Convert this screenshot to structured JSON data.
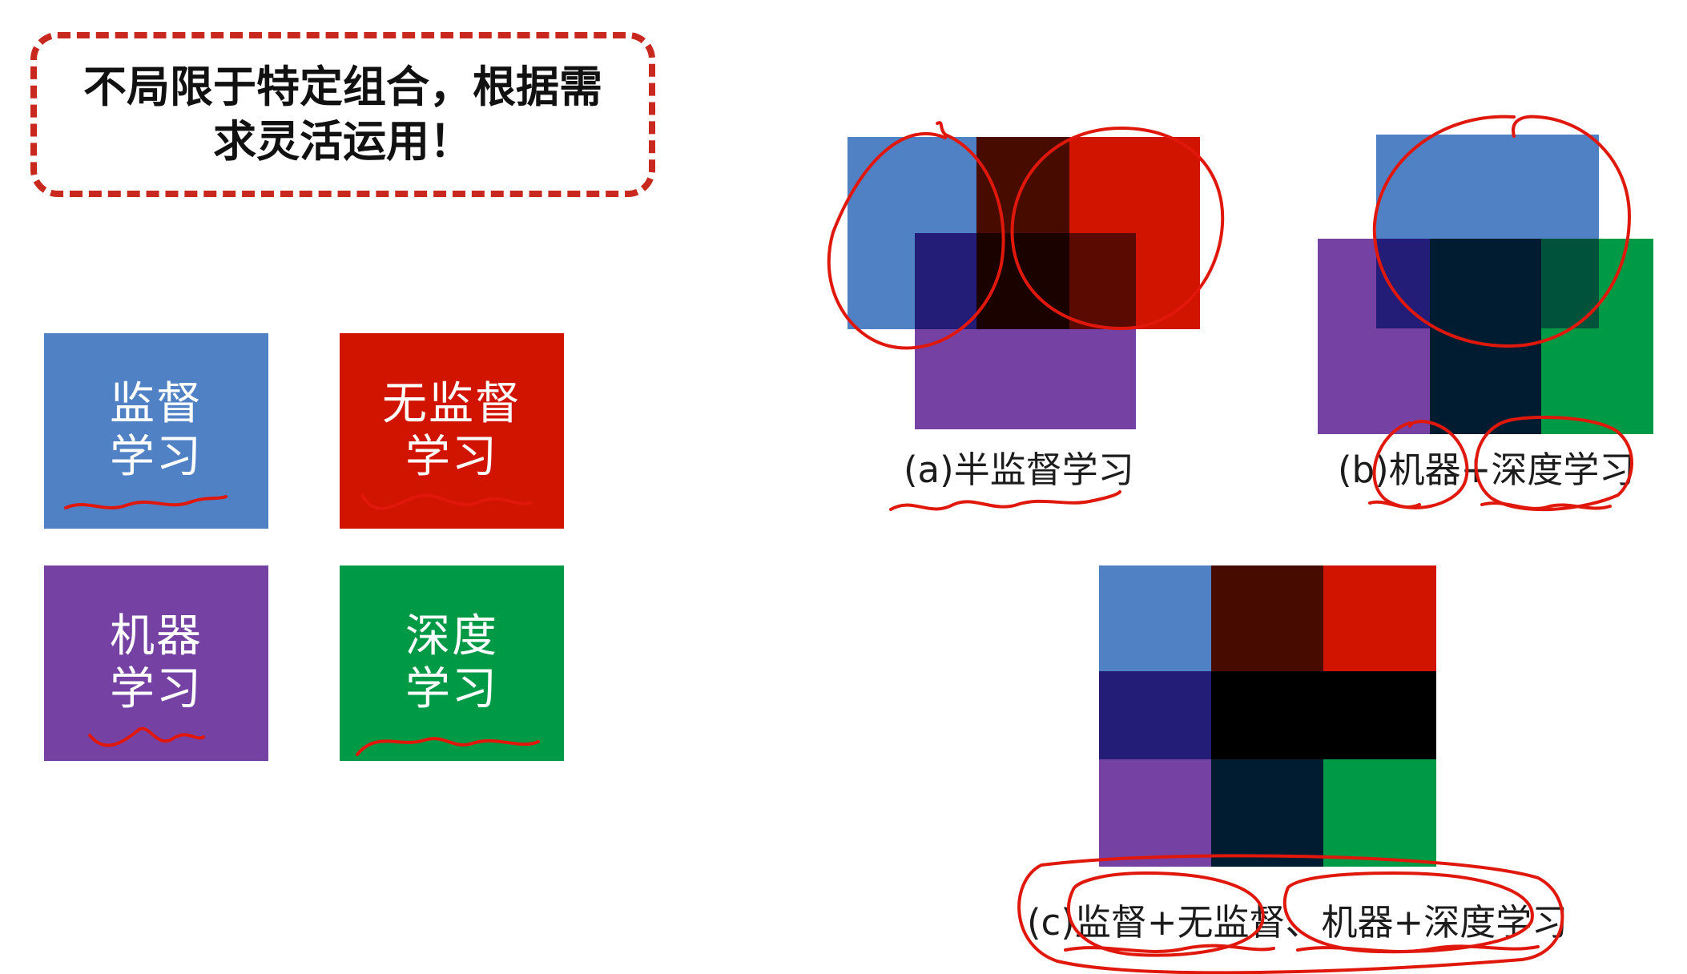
{
  "callout": {
    "line1": "不局限于特定组合，根据需",
    "line2": "求灵活运用！"
  },
  "tiles": [
    {
      "line1": "监督",
      "line2": "学习",
      "color": "#4f81c4"
    },
    {
      "line1": "无监督",
      "line2": "学习",
      "color": "#d01400"
    },
    {
      "line1": "机器",
      "line2": "学习",
      "color": "#7541a3"
    },
    {
      "line1": "深度",
      "line2": "学习",
      "color": "#009a47"
    }
  ],
  "captions": {
    "a": "(a)半监督学习",
    "b": "(b)机器+深度学习",
    "c": "(c)监督+无监督、机器+深度学习"
  },
  "colors": {
    "blue": "#4f81c4",
    "red": "#d01400",
    "purple": "#7541a3",
    "green": "#009a47",
    "dark_red": "#470b00",
    "navy": "#231d78",
    "near_black": "#1a0200",
    "dark_navy": "#011b30",
    "annotation_red": "#e0180c"
  }
}
